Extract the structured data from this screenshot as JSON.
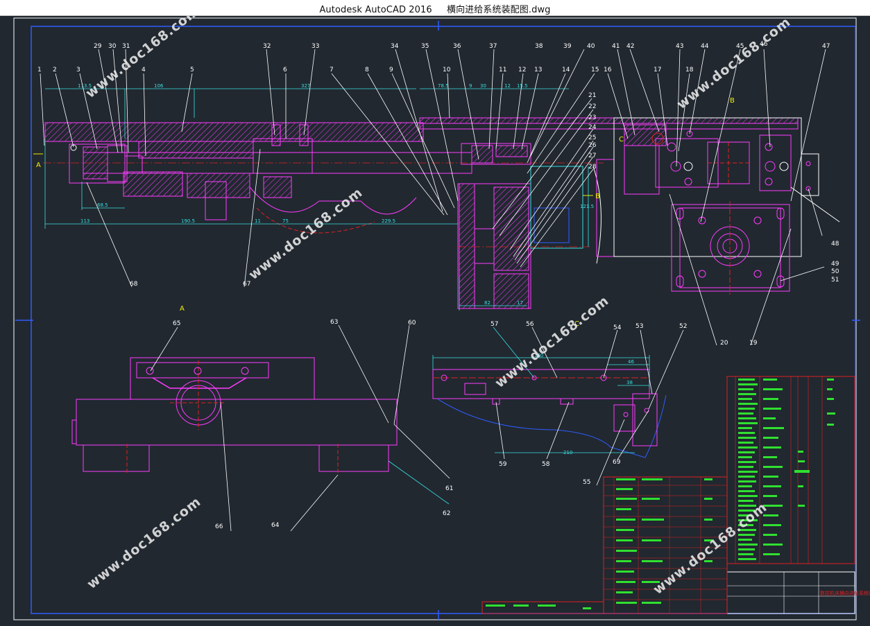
{
  "window": {
    "app_title": "Autodesk AutoCAD 2016",
    "file_name": "横向进给系统装配图.dwg"
  },
  "drawing": {
    "part_numbers": [
      "1",
      "2",
      "3",
      "4",
      "5",
      "6",
      "7",
      "8",
      "9",
      "10",
      "11",
      "12",
      "13",
      "14",
      "15",
      "16",
      "17",
      "18",
      "19",
      "20",
      "21",
      "22",
      "23",
      "24",
      "25",
      "26",
      "27",
      "28",
      "29",
      "30",
      "31",
      "32",
      "33",
      "34",
      "35",
      "36",
      "37",
      "38",
      "39",
      "40",
      "41",
      "42",
      "43",
      "44",
      "45",
      "46",
      "47",
      "48",
      "49",
      "50",
      "51",
      "52",
      "53",
      "54",
      "55",
      "56",
      "57",
      "58",
      "59",
      "60",
      "61",
      "62",
      "63",
      "64",
      "65",
      "66",
      "67",
      "68",
      "69"
    ],
    "section_labels": {
      "a_left": "A",
      "a_view": "A",
      "b_mark": "B",
      "b_mid": "B",
      "c_mark": "C",
      "c_view": "C"
    },
    "dimensions": {
      "d113_5": "113.5",
      "d106": "106",
      "d327": "327",
      "d78_5": "78.5",
      "d9": "9",
      "d30": "30",
      "d12": "12",
      "d15_5": "15.5",
      "d68_5": "68.5",
      "d113": "113",
      "d190_5": "190.5",
      "d75": "75",
      "d229_5": "229.5",
      "d11": "11",
      "d82": "82",
      "d17": "17",
      "d121_5": "121.5",
      "d180": "180",
      "d46": "46",
      "d38": "38",
      "d210": "210"
    },
    "watermark": "www.doc168.com",
    "title_block": {
      "title_red": "数控机床横向进给系统装配图"
    }
  },
  "colors": {
    "background": "#212830",
    "magenta": "#ff3cff",
    "cyan": "#38e0e0",
    "white": "#ffffff",
    "yellow": "#f0f000",
    "red": "#e02020",
    "green": "#30e030",
    "blue": "#2f5cff"
  }
}
